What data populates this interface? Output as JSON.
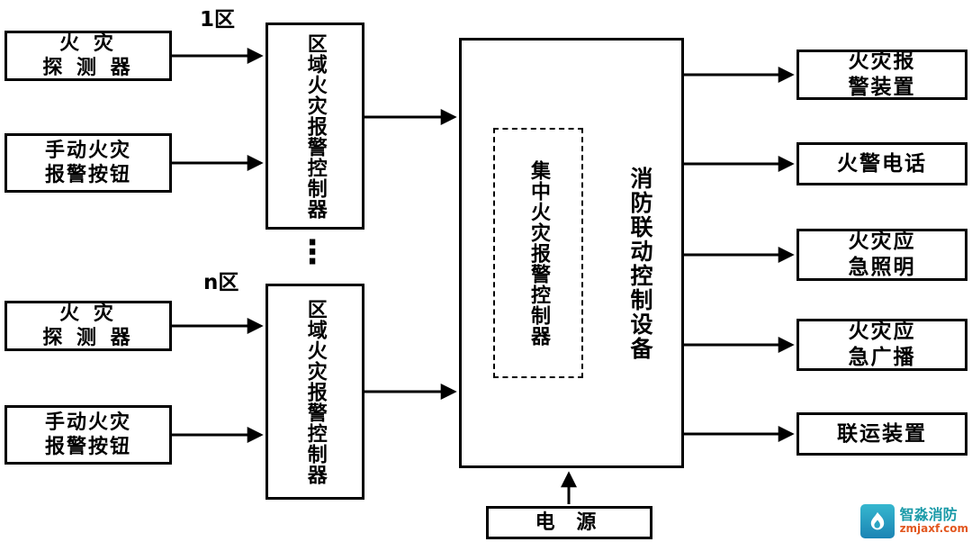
{
  "diagram": {
    "zone_labels": {
      "zone1": "1区",
      "zonen": "n区"
    },
    "nodes": {
      "detector1": {
        "label": "火 灾\n探 测 器"
      },
      "manual_button1": {
        "label": "手动火灾\n报警按钮"
      },
      "regional_controller1": {
        "label": "区域火灾报警控制器"
      },
      "detector_n": {
        "label": "火 灾\n探 测 器"
      },
      "manual_button_n": {
        "label": "手动火灾\n报警按钮"
      },
      "regional_controller_n": {
        "label": "区域火灾报警控制器"
      },
      "central_controller": {
        "label": "集中火灾报警控制器"
      },
      "linkage_control_equipment": {
        "label": "消防联动控制设备"
      },
      "alarm_device": {
        "label": "火灾报\n警装置"
      },
      "fire_phone": {
        "label": "火警电话"
      },
      "emergency_lighting": {
        "label": "火灾应\n急照明"
      },
      "emergency_broadcast": {
        "label": "火灾应\n急广播"
      },
      "linkage_device": {
        "label": "联运装置"
      },
      "power": {
        "label": "电 源"
      }
    },
    "ellipsis": "⋮",
    "watermark": {
      "name": "智淼消防",
      "url": "zmjaxf.com",
      "name_color": "#1a9aa8",
      "url_color": "#e2571f",
      "logo_color": "#2aa4c2"
    }
  }
}
